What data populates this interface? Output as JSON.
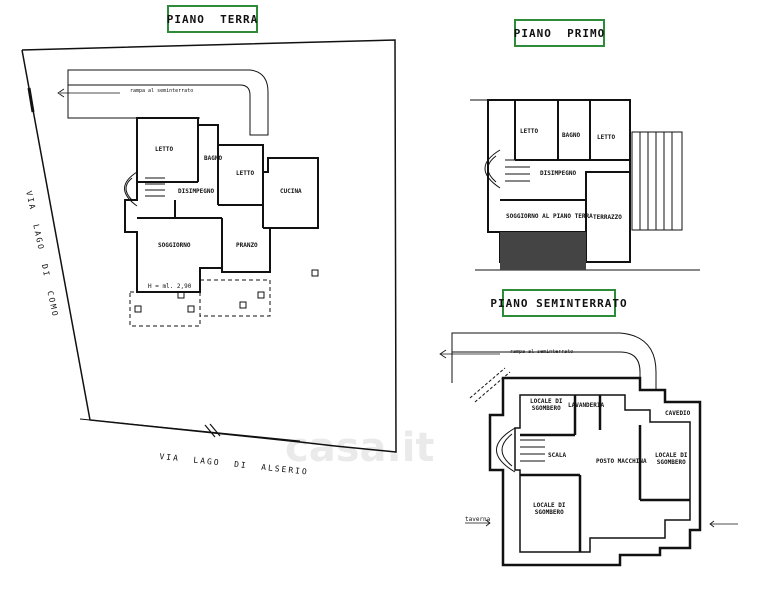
{
  "titles": {
    "ground": "PIANO  TERRA",
    "first": "PIANO  PRIMO",
    "basement": "PIANO SEMINTERRATO"
  },
  "streets": {
    "bottom": "VIA  LAGO  DI  ALSERIO",
    "left": "VIA  LAGO  DI  COMO"
  },
  "ground_rooms": {
    "ramp": "rampa al seminterrato",
    "letto1": "LETTO",
    "bagno": "BAGNO",
    "letto2": "LETTO",
    "cucina": "CUCINA",
    "disimpegno": "DISIMPEGNO",
    "soggiorno": "SOGGIORNO",
    "pranzo": "PRANZO",
    "height": "H = ml. 2,90"
  },
  "first_rooms": {
    "letto1": "LETTO",
    "bagno": "BAGNO",
    "letto2": "LETTO",
    "disimpegno": "DISIMPEGNO",
    "terrazzo": "TERRAZZO",
    "soggiorno": "SOGGIORNO AL PIANO TERRA"
  },
  "basement_rooms": {
    "ramp": "rampa al seminterrato",
    "locale1": "LOCALE DI\nSGOMBERO",
    "lavanderia": "LAVANDERIA",
    "scala": "SCALA",
    "posto": "POSTO MACCHINA",
    "locale2": "LOCALE DI\nSGOMBERO",
    "locale3": "LOCALE DI\nSGOMBERO",
    "cavedio": "CAVEDIO",
    "tavernetta": "taverna"
  },
  "watermark": "casa.it"
}
